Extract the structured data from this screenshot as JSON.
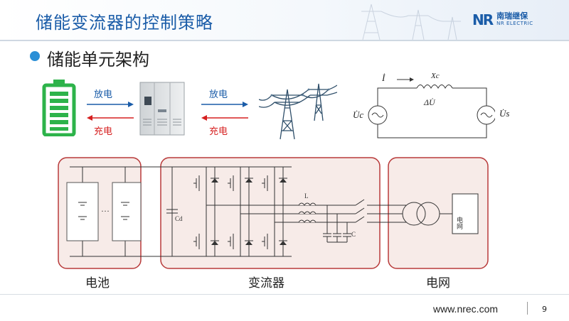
{
  "slide": {
    "title": "储能变流器的控制策略",
    "subtitle": "储能单元架构",
    "logo": {
      "mark": "NR",
      "name_cn": "南瑞继保",
      "name_en": "NR ELECTRIC"
    },
    "footer": {
      "url": "www.nrec.com",
      "page": "9"
    }
  },
  "flow": {
    "discharge_label_1": "放电",
    "charge_label_1": "充电",
    "discharge_label_2": "放电",
    "charge_label_2": "充电",
    "colors": {
      "discharge": "#1a5ca8",
      "charge": "#d62020",
      "battery": "#2db34a"
    }
  },
  "phasor_diagram": {
    "current": "İ",
    "reactance": "Xc",
    "voltage_drop": "ΔU̇",
    "source_left": "U̇c",
    "source_right": "U̇s"
  },
  "circuit": {
    "capacitor_dc": "Cd",
    "inductor": "L",
    "capacitor_ac": "C",
    "grid_box": "电网",
    "dots": "···",
    "blocks": {
      "battery": "电池",
      "converter": "变流器",
      "grid": "电网"
    },
    "block_fill": "#f7ebe8",
    "block_stroke": "#b83a3a"
  }
}
